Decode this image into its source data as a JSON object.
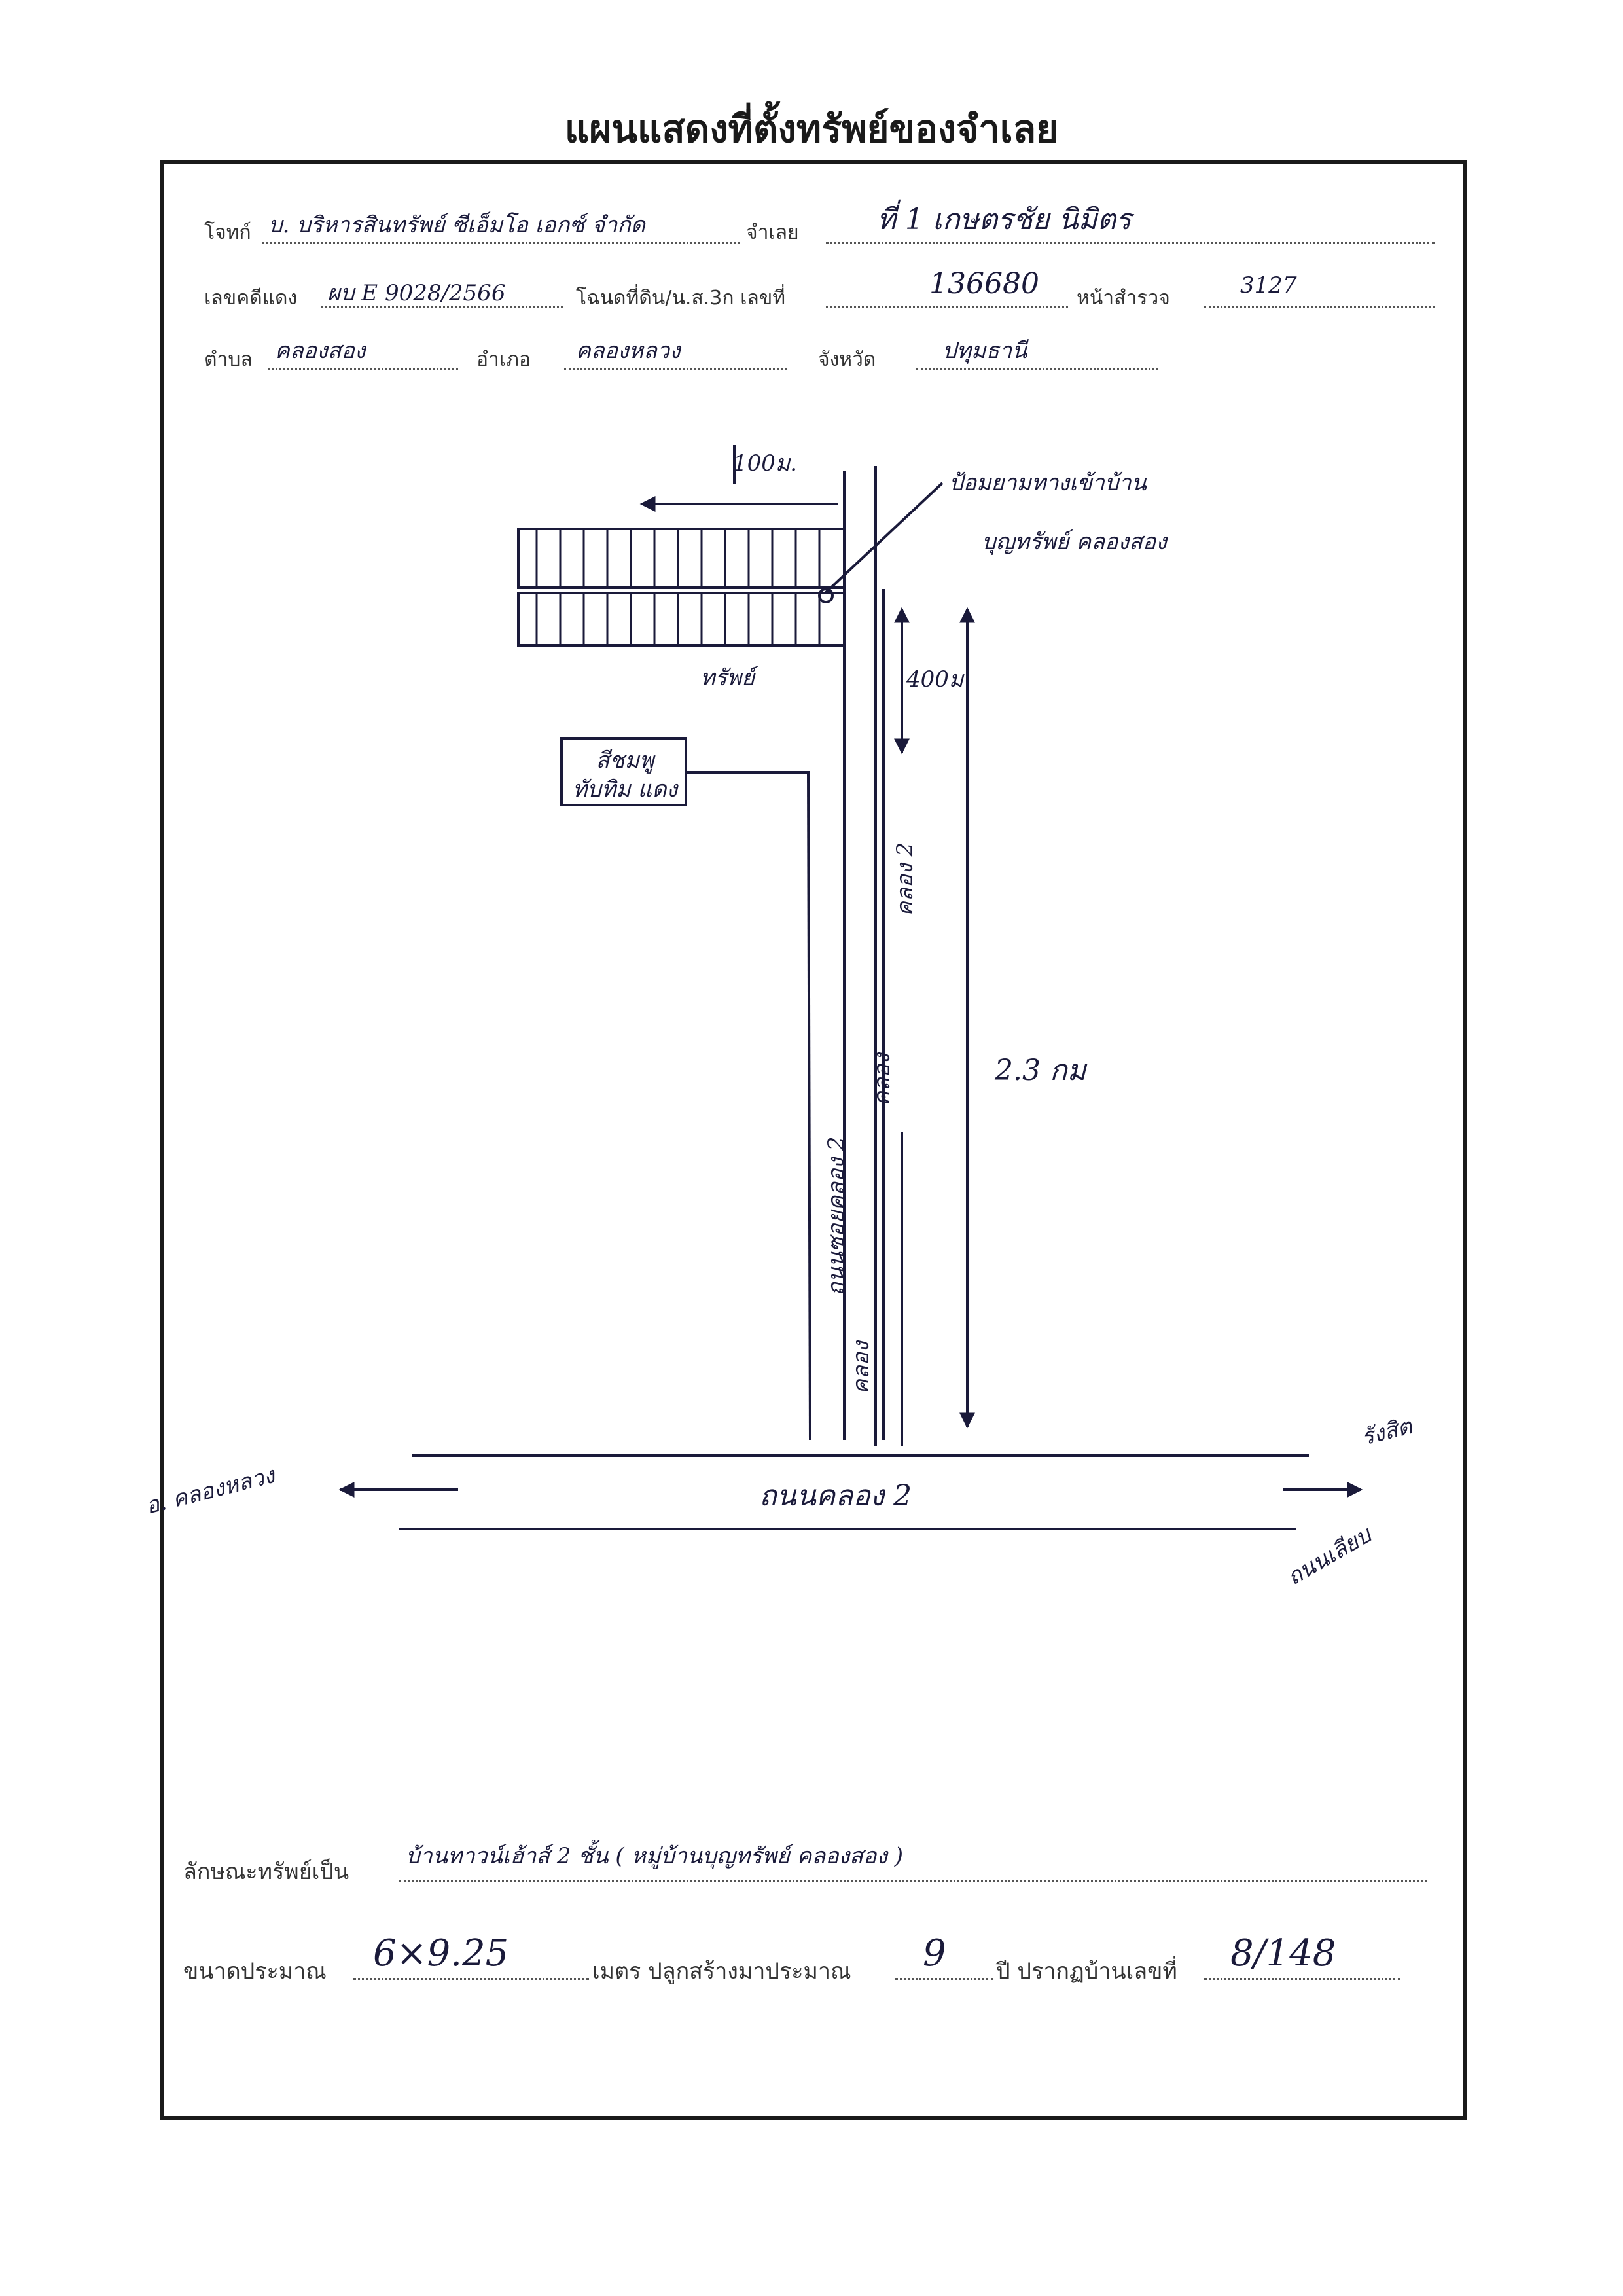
{
  "title": "แผนแสดงที่ตั้งทรัพย์ของจำเลย",
  "header_fields": {
    "plaintiff_label": "โจทก์",
    "plaintiff_value": "บ. บริหารสินทรัพย์ ซีเอ็มโอ เอกซ์ จำกัด",
    "defendant_label": "จำเลย",
    "defendant_value": "ที่ 1 เกษตรชัย นิมิตร",
    "red_case_label": "เลขคดีแดง",
    "red_case_value": "ผบ E 9028/2566",
    "deed_label": "โฉนดที่ดิน/น.ส.3ก เลขที่",
    "deed_value": "136680",
    "survey_page_label": "หน้าสำรวจ",
    "survey_page_value": "3127",
    "subdistrict_label": "ตำบล",
    "subdistrict_value": "คลองสอง",
    "district_label": "อำเภอ",
    "district_value": "คลองหลวง",
    "province_label": "จังหวัด",
    "province_value": "ปทุมธานี"
  },
  "map_annotations": {
    "top_distance": "100ม.",
    "village_entrance_line1": "ป้อมยามทางเข้าบ้าน",
    "village_entrance_line2": "บุญทรัพย์ คลองสอง",
    "property_label": "ทรัพย์",
    "segment_distance": "400ม",
    "landmark_box": "สีชมพูทับทิม แดง",
    "soi_name": "ถนนซอยคลอง 2",
    "canal_label_1": "คลอง 2",
    "canal_label_2": "คลอง",
    "canal_label_3": "คลอง",
    "long_distance": "2.3 กม",
    "main_road": "ถนนคลอง 2",
    "left_direction": "อ. คลองหลวง",
    "right_direction_line1": "รังสิต",
    "right_direction_line2": "ถนนเลียบ"
  },
  "footer_fields": {
    "property_type_label": "ลักษณะทรัพย์เป็น",
    "property_type_value": "บ้านทาวน์เฮ้าส์ 2 ชั้น ( หมู่บ้านบุญทรัพย์ คลองสอง )",
    "size_label": "ขนาดประมาณ",
    "size_value": "6×9.25",
    "meters_label": "เมตร ปลูกสร้างมาประมาณ",
    "years_value": "9",
    "house_no_label": "ปี ปรากฏบ้านเลขที่",
    "house_no_value": "8/148"
  }
}
